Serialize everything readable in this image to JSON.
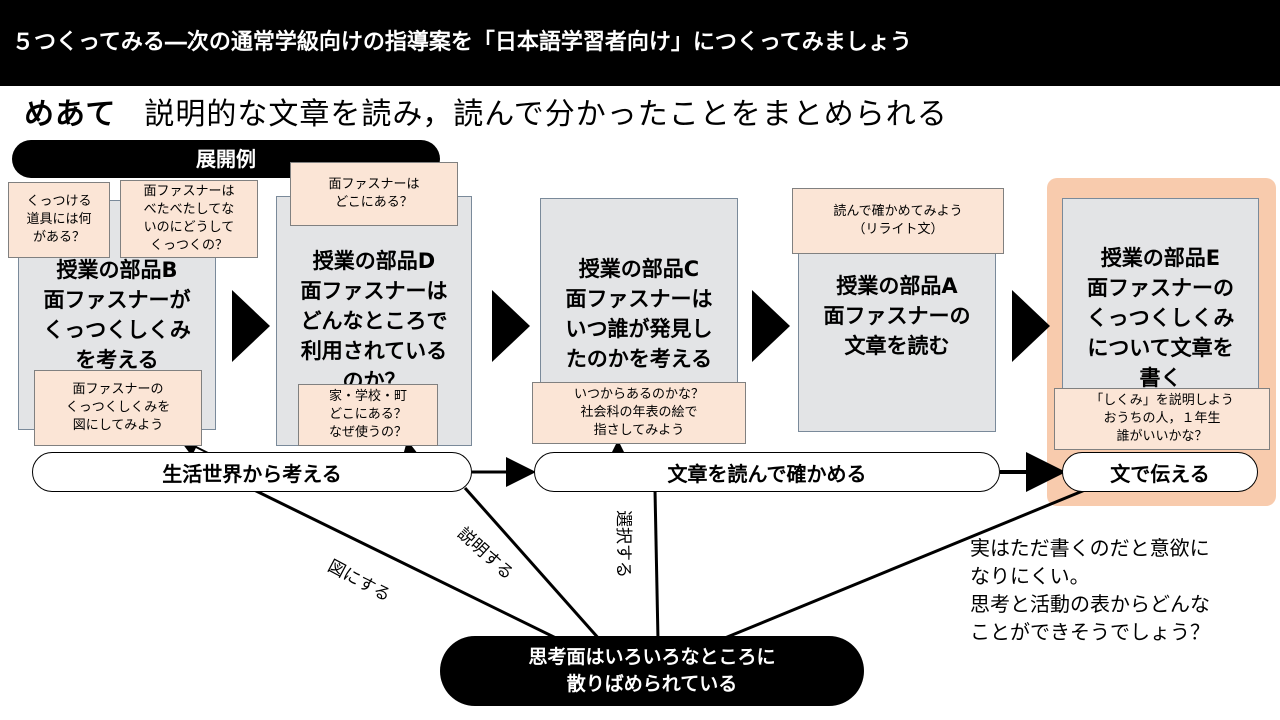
{
  "header": {
    "title": "５つくってみる―次の通常学級向けの指導案を「日本語学習者向け」につくってみましょう"
  },
  "goal": {
    "label": "めあて",
    "text": "説明的な文章を読み，読んで分かったことをまとめられる"
  },
  "section_label": "展開例",
  "cards": [
    {
      "text": "授業の部品B\n面ファスナーが\nくっつくしくみ\nを考える"
    },
    {
      "text": "授業の部品D\n面ファスナーは\nどんなところで\n利用されている\nのか？"
    },
    {
      "text": "授業の部品C\n面ファスナーは\nいつ誰が発見し\nたのかを考える"
    },
    {
      "text": "授業の部品A\n面ファスナーの\n文章を読む"
    },
    {
      "text": "授業の部品E\n面ファスナーの\nくっつくしくみ\nについて文章を\n書く"
    }
  ],
  "notes": {
    "b_top_left": "くっつける\n道具には何\nがある？",
    "b_top_right": "面ファスナーは\nべたべたしてな\nいのにどうして\nくっつくの？",
    "b_bottom": "面ファスナーの\nくっつくしくみを\n図にしてみよう",
    "d_top": "面ファスナーは\nどこにある？",
    "d_bottom": "家・学校・町\nどこにある？\nなぜ使うの？",
    "c_bottom": "いつからあるのかな？\n社会科の年表の絵で\n指さしてみよう",
    "a_top": "読んで確かめてみよう\n（リライト文）",
    "e_bottom": "「しくみ」を説明しよう\nおうちの人，１年生\n誰がいいかな？"
  },
  "stages": [
    {
      "label": "生活世界から考える"
    },
    {
      "label": "文章を読んで確かめる"
    },
    {
      "label": "文で伝える"
    }
  ],
  "line_labels": {
    "zu": "図にする",
    "setsumei": "説明する",
    "sentaku": "選択する"
  },
  "center": {
    "text": "思考面はいろいろなところに\n散りばめられている"
  },
  "question": "実はただ書くのだと意欲に\nなりにくい。\n思考と活動の表からどんな\nことができそうでしょう？",
  "colors": {
    "card_bg": "#e3e4e6",
    "note_bg": "#fbe5d6",
    "highlight": "#f8cbad"
  }
}
